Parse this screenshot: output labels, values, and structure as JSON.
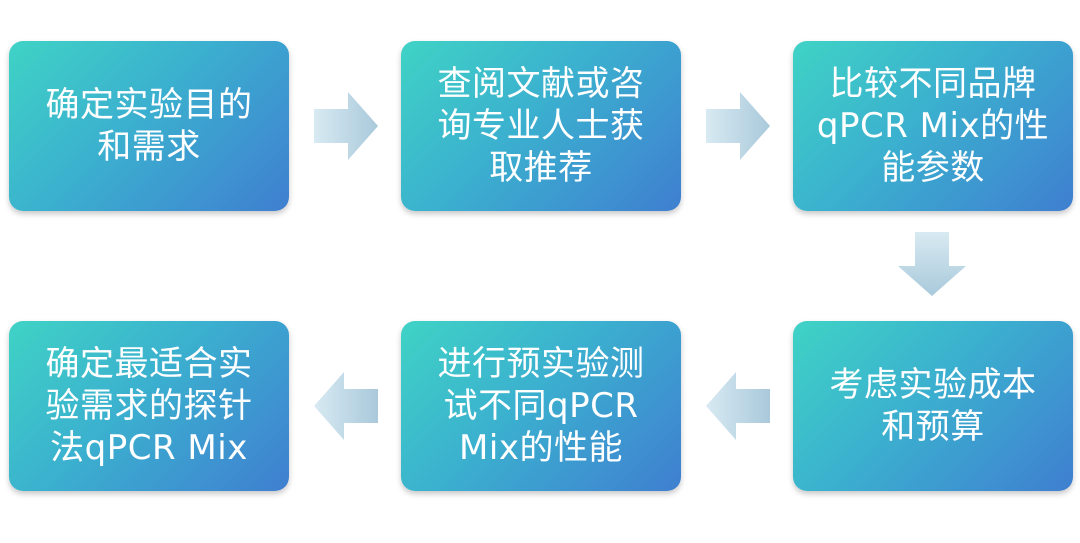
{
  "steps": [
    {
      "label": "确定实验目的和需求"
    },
    {
      "label": "查阅文献或咨询专业人士获取推荐"
    },
    {
      "label": "比较不同品牌qPCR Mix的性能参数"
    },
    {
      "label": "考虑实验成本和预算"
    },
    {
      "label": "进行预实验测试不同qPCR Mix的性能"
    },
    {
      "label": "确定最适合实验需求的探针法qPCR Mix"
    }
  ],
  "colors": {
    "box_gradient_start": "#3fd3c5",
    "box_gradient_mid": "#3bb0cf",
    "box_gradient_end": "#3f7fd0",
    "arrow_light": "#cfe4ee",
    "arrow_dark": "#9fc3d8",
    "text": "#ffffff"
  },
  "icons": {
    "arrow_right": "arrow-right-icon",
    "arrow_down": "arrow-down-icon",
    "arrow_left": "arrow-left-icon"
  }
}
